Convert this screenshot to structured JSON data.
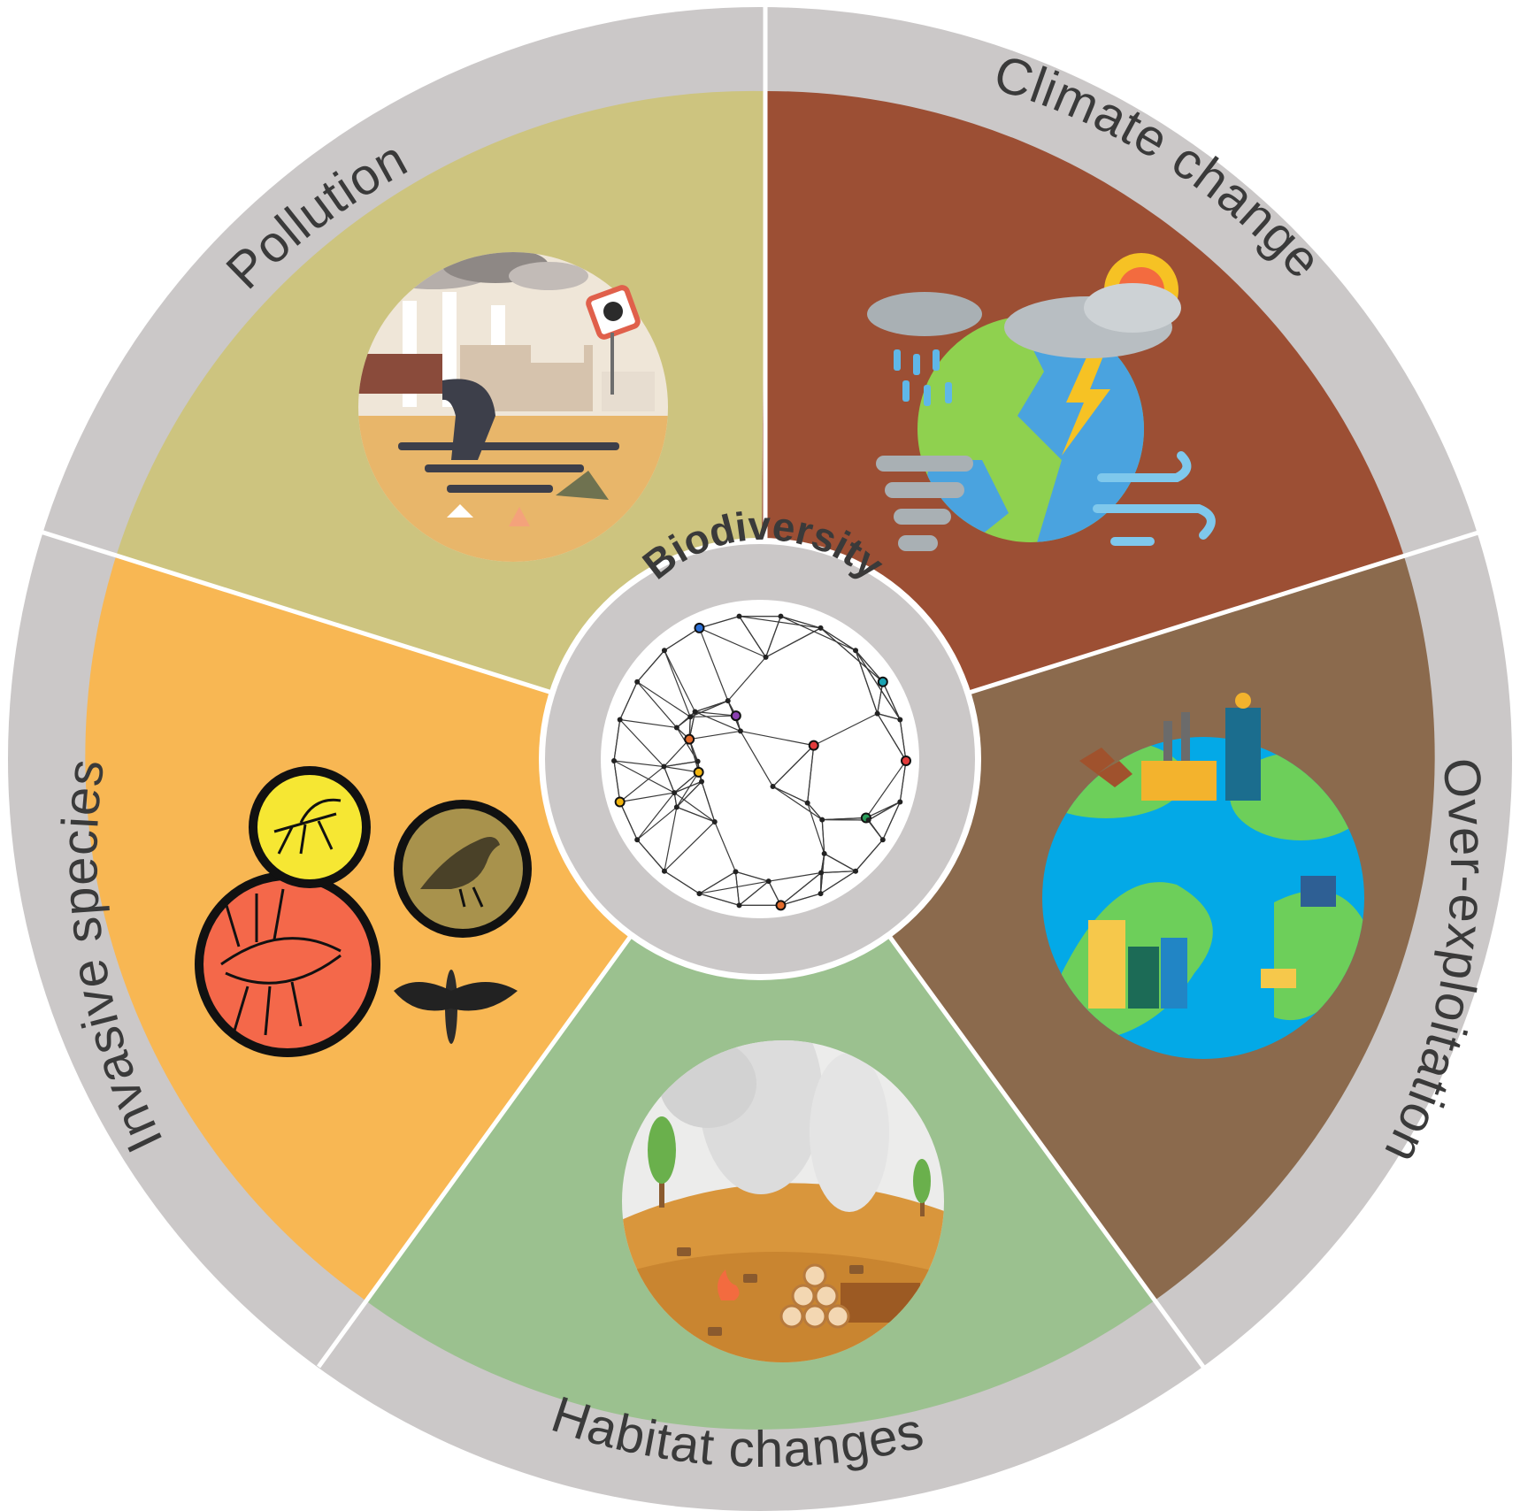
{
  "title": "Biodiversity",
  "threats": [
    {
      "id": "climate",
      "label": "Climate change",
      "color": "#9c4f34",
      "icon": "climate-change-globe-icon"
    },
    {
      "id": "overexploitation",
      "label": "Over-exploitation",
      "color": "#8b6a4d",
      "icon": "industrial-globe-icon"
    },
    {
      "id": "habitat",
      "label": "Habitat changes",
      "color": "#9bc18f",
      "icon": "deforestation-scene-icon"
    },
    {
      "id": "invasive",
      "label": "Invasive species",
      "color": "#f8b753",
      "icon": "invasive-animals-icon"
    },
    {
      "id": "pollution",
      "label": "Pollution",
      "color": "#cdc47f",
      "icon": "polluting-factory-icon"
    }
  ],
  "colors": {
    "ring": "#cbc8c8",
    "divider": "#ffffff",
    "center_ring": "#cbc8c8",
    "center_fill": "#ffffff",
    "text": "#3a3a3a"
  }
}
